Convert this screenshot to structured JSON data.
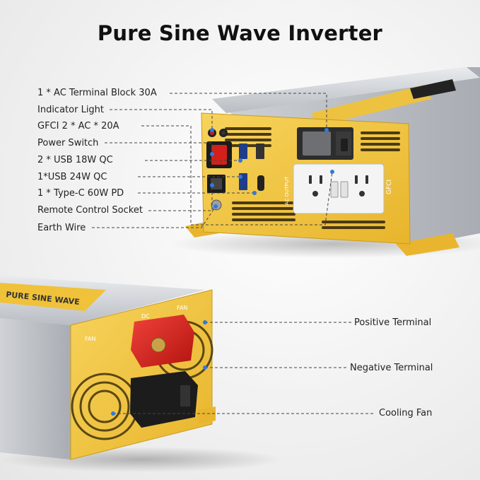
{
  "title": "Pure Sine Wave Inverter",
  "callouts_top": [
    "1 * AC Terminal Block 30A",
    "Indicator Light",
    "GFCI  2 * AC * 20A",
    "Power Switch",
    "2 * USB  18W QC",
    "1*USB  24W QC",
    "1 * Type-C 60W PD",
    "Remote Control Socket",
    "Earth Wire"
  ],
  "callouts_bottom": [
    "Positive Terminal",
    "Negative Terminal",
    "Cooling Fan"
  ],
  "product_print": {
    "gfci": "GFCI",
    "ac_output": "AC OUTPUT",
    "fan": "FAN",
    "dc": "DC",
    "brand_band": "PURE SINE WAVE"
  },
  "colors": {
    "panel_yellow": "#f3c640",
    "casing_silver": "#c9ccd1",
    "positive_red": "#d8201c",
    "negative_black": "#1c1c1c",
    "callout_dot": "#2f7ad9"
  }
}
